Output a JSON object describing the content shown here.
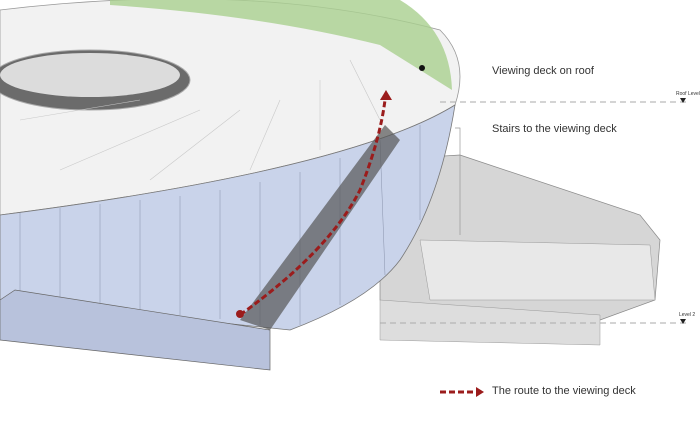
{
  "labels": {
    "viewing_deck": "Viewing deck on roof",
    "stairs": "Stairs to the viewing deck",
    "roof_level": "Roof Level",
    "level_2": "Level 2"
  },
  "legend": {
    "route": "The route to the viewing deck"
  },
  "colors": {
    "route": "#9b1c1c",
    "deck": "#a9d08e",
    "glass": "#c9d3ea"
  }
}
